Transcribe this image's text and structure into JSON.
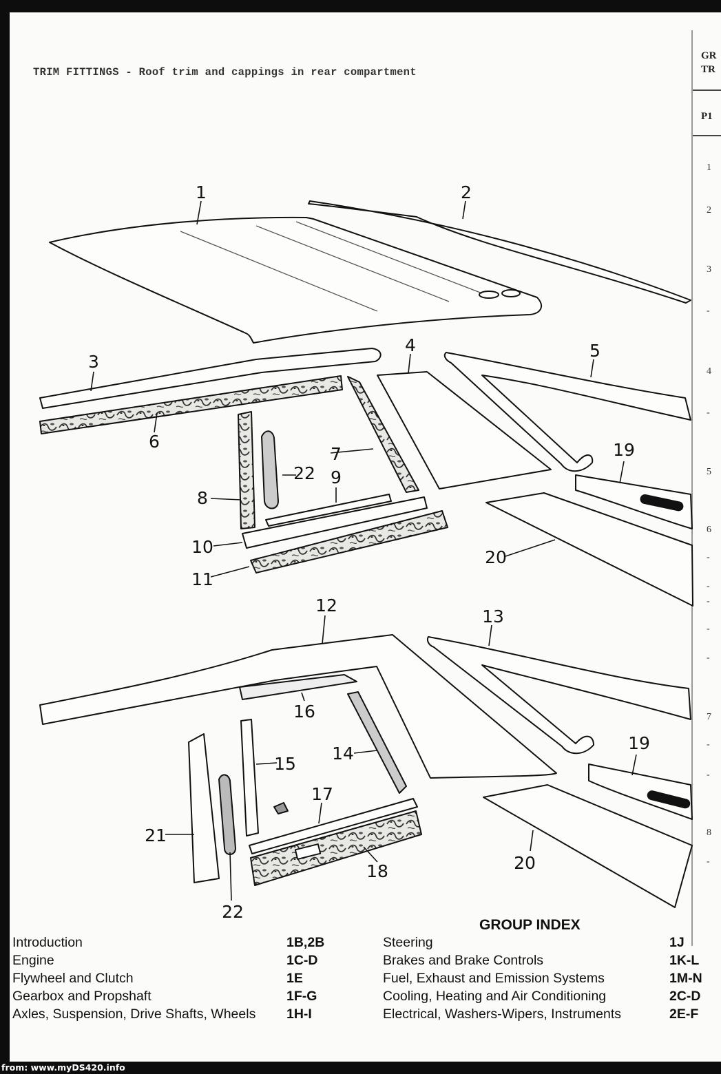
{
  "page": {
    "title": "TRIM FITTINGS - Roof trim and cappings in rear compartment",
    "footer_url": "from: www.myDS420.info"
  },
  "side_column": {
    "header_lines": [
      "GR",
      "TR"
    ],
    "sub_header": "P1",
    "numbers": [
      "1",
      "2",
      "3",
      "-",
      "4",
      "-",
      "5",
      "6",
      "-",
      "-",
      "-",
      "-",
      "-",
      "7",
      "-",
      "-",
      "8",
      "-"
    ]
  },
  "callouts": [
    "1",
    "2",
    "3",
    "4",
    "5",
    "6",
    "7",
    "8",
    "9",
    "10",
    "11",
    "12",
    "13",
    "14",
    "15",
    "16",
    "17",
    "18",
    "19",
    "20",
    "21",
    "22",
    "22",
    "19",
    "20"
  ],
  "group_index": {
    "title": "GROUP INDEX",
    "left": [
      {
        "label": "Introduction",
        "code": "1B,2B"
      },
      {
        "label": "Engine",
        "code": "1C-D"
      },
      {
        "label": "Flywheel and Clutch",
        "code": "1E"
      },
      {
        "label": "Gearbox and Propshaft",
        "code": "1F-G"
      },
      {
        "label": "Axles, Suspension, Drive Shafts, Wheels",
        "code": "1H-I"
      }
    ],
    "right": [
      {
        "label": "Steering",
        "code": "1J"
      },
      {
        "label": "Brakes and Brake Controls",
        "code": "1K-L"
      },
      {
        "label": "Fuel, Exhaust and Emission Systems",
        "code": "1M-N"
      },
      {
        "label": "Cooling, Heating and Air Conditioning",
        "code": "2C-D"
      },
      {
        "label": "Electrical, Washers-Wipers, Instruments",
        "code": "2E-F"
      }
    ]
  }
}
